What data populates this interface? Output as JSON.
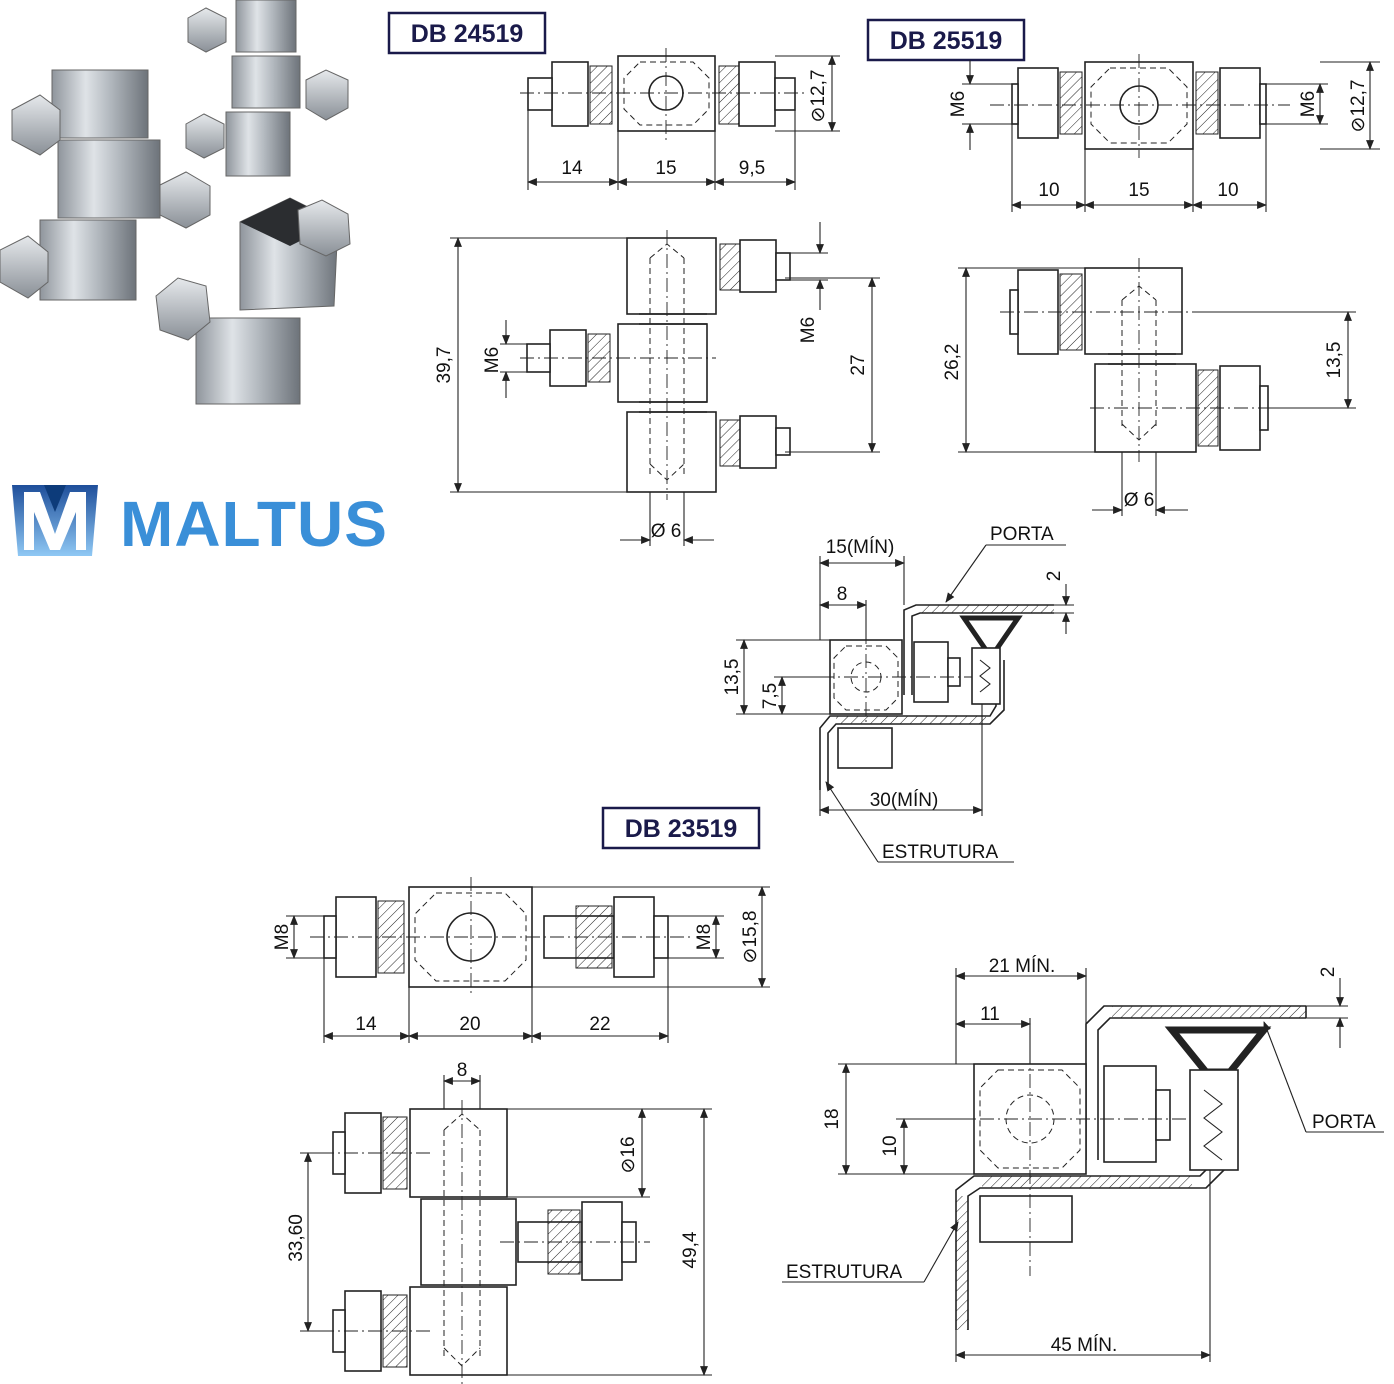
{
  "brand": {
    "name": "MALTUS",
    "colors": {
      "brand_blue": "#3a8fd8",
      "brand_dark": "#0d3b7a",
      "title_border": "#1a1a4a"
    }
  },
  "products": [
    {
      "code": "DB 24519"
    },
    {
      "code": "DB 25519"
    },
    {
      "code": "DB 23519"
    }
  ],
  "db24519": {
    "dims_top": [
      "14",
      "15",
      "9,5"
    ],
    "dia_top": "⊘12,7",
    "side": {
      "height": "39,7",
      "span": "27",
      "thread": "M6",
      "thread_left": "M6",
      "pin": "Ø 6"
    }
  },
  "db25519": {
    "dims_top": [
      "10",
      "15",
      "10"
    ],
    "thread_left": "M6",
    "thread_right": "M6",
    "dia_top": "⊘12,7",
    "side": {
      "height": "26,2",
      "span": "13,5",
      "pin": "Ø 6"
    }
  },
  "install_small": {
    "gap_top": "15(MÍN)",
    "offset": "8",
    "thickness": "2",
    "height": "13,5",
    "half": "7,5",
    "depth": "30(MÍN)",
    "door": "PORTA",
    "frame": "ESTRUTURA"
  },
  "db23519": {
    "dims_top": [
      "14",
      "20",
      "22"
    ],
    "thread_left": "M8",
    "thread_right": "M8",
    "dia_top": "⊘15,8",
    "side": {
      "width": "8",
      "pin_dia": "⊘16",
      "span": "33,60",
      "height": "49,4"
    }
  },
  "install_large": {
    "gap_top": "21 MÍN.",
    "offset": "11",
    "thickness": "2",
    "height": "18",
    "half": "10",
    "depth": "45 MÍN.",
    "door": "PORTA",
    "frame": "ESTRUTURA"
  }
}
